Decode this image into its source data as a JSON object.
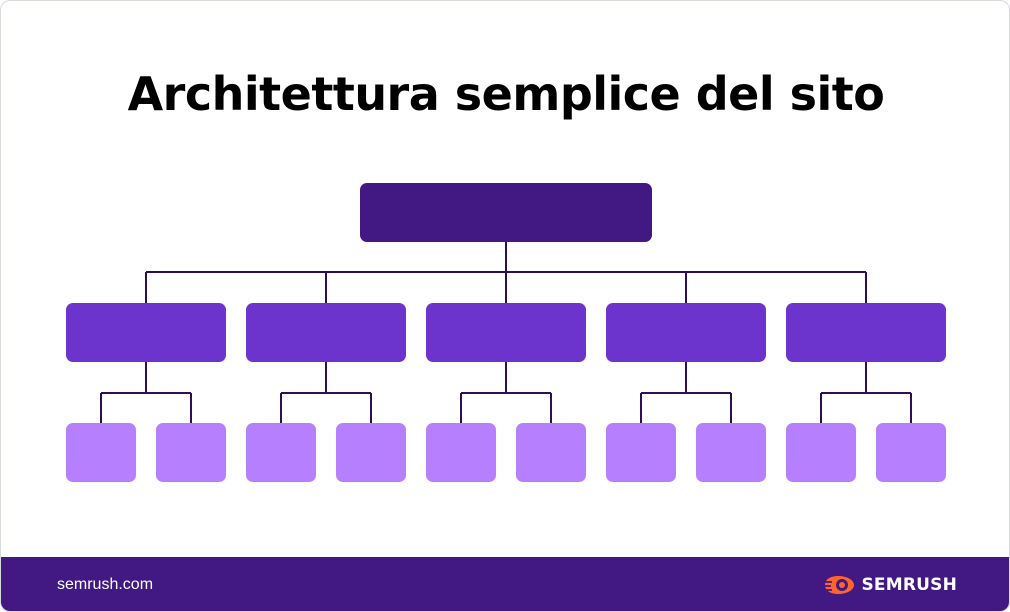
{
  "title": "Architettura semplice del sito",
  "colors": {
    "root": "#421983",
    "level1": "#6c33cd",
    "level2": "#b57ffd",
    "connector": "#2d0e5a",
    "footer": "#421983",
    "brand_orange": "#ff642d"
  },
  "tree": {
    "root": {
      "label": ""
    },
    "branches": [
      {
        "label": "",
        "children": [
          {
            "label": ""
          },
          {
            "label": ""
          }
        ]
      },
      {
        "label": "",
        "children": [
          {
            "label": ""
          },
          {
            "label": ""
          }
        ]
      },
      {
        "label": "",
        "children": [
          {
            "label": ""
          },
          {
            "label": ""
          }
        ]
      },
      {
        "label": "",
        "children": [
          {
            "label": ""
          },
          {
            "label": ""
          }
        ]
      },
      {
        "label": "",
        "children": [
          {
            "label": ""
          },
          {
            "label": ""
          }
        ]
      }
    ]
  },
  "footer": {
    "url": "semrush.com",
    "brand": "SEMRUSH",
    "brand_icon": "semrush-flame-icon"
  }
}
